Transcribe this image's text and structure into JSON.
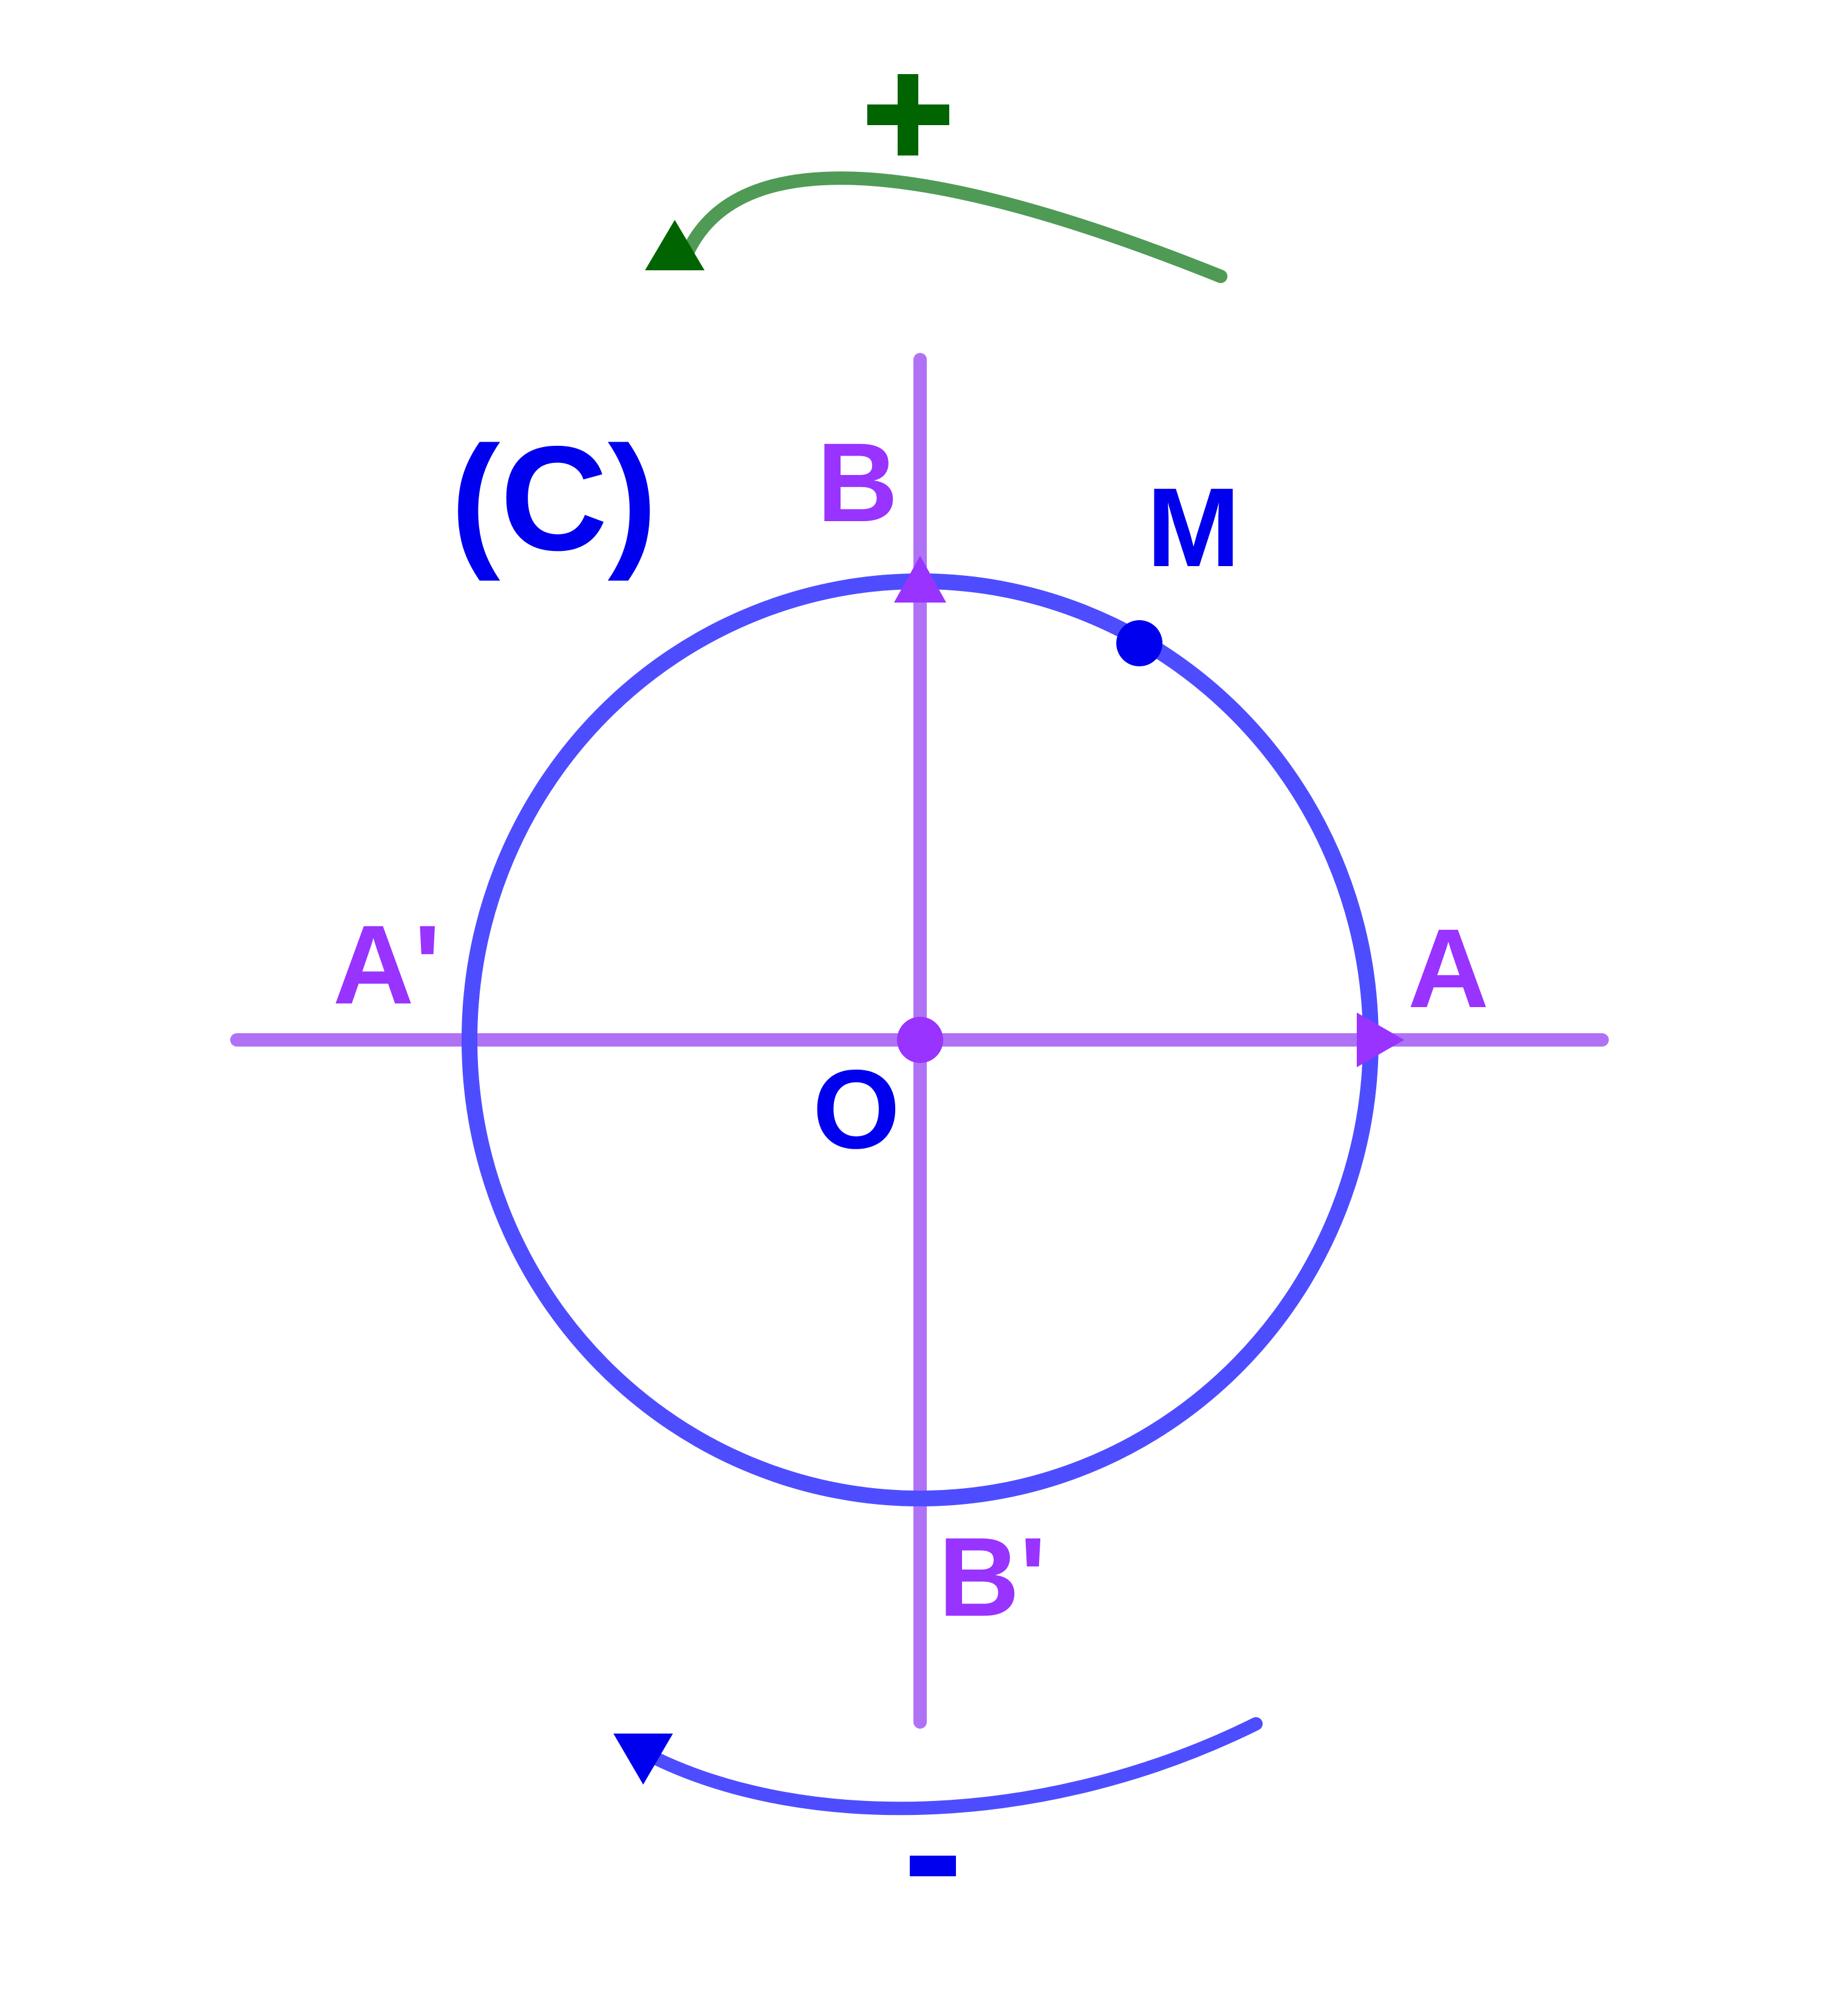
{
  "circle_label": "(C)",
  "points": {
    "origin": "O",
    "a": "A",
    "a_prime": "A'",
    "b": "B",
    "b_prime": "B'",
    "m": "M"
  },
  "directions": {
    "positive": "+",
    "negative": "-"
  },
  "colors": {
    "circle": "#4d4dff",
    "axes": "#b072f5",
    "axis_labels": "#9333f5",
    "point_labels": "#0000ee",
    "positive_arrow": "#4f9a55",
    "positive_head": "#006400",
    "negative_arrow": "#4d4dff",
    "negative_head": "#0000ee"
  }
}
